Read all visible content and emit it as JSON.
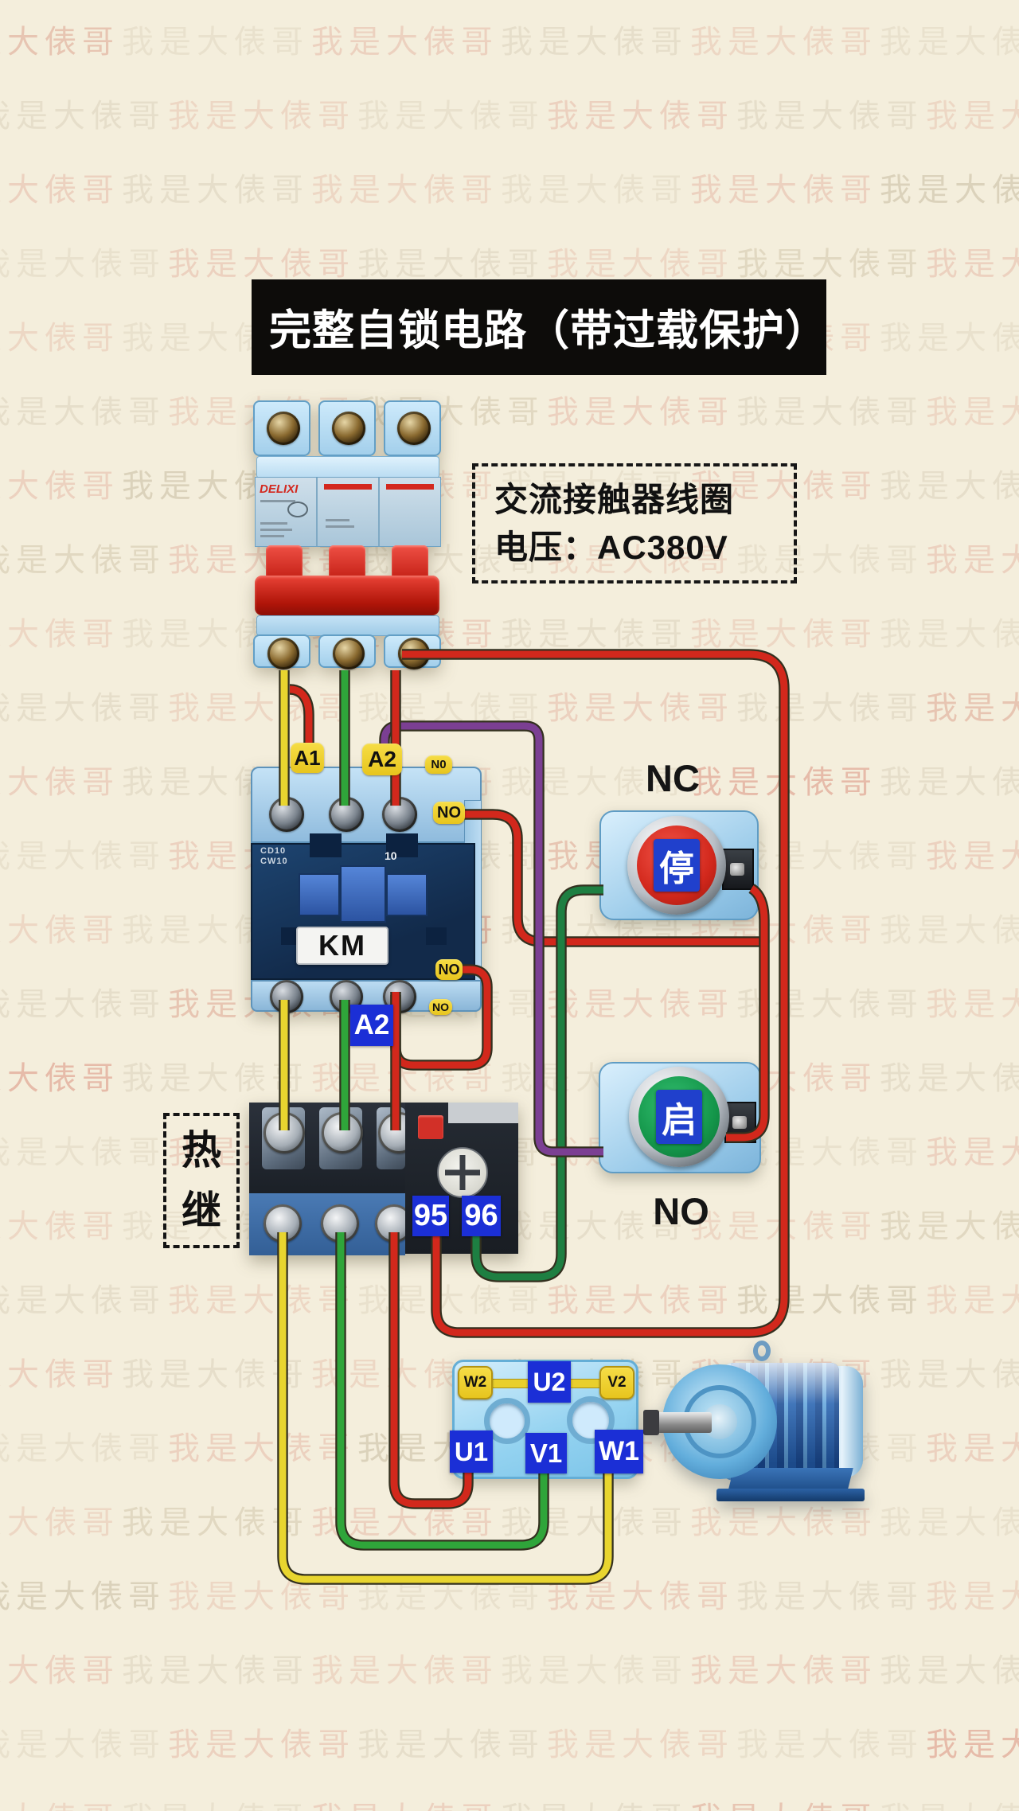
{
  "title": "完整自锁电路（带过载保护）",
  "watermark": {
    "text": "我是大俵哥",
    "colors": [
      "#dc9e8a",
      "#c3b79c",
      "#d98a78",
      "#cfc3a8"
    ]
  },
  "annotation": {
    "line1": "交流接触器线圈",
    "line2": "电压：AC380V"
  },
  "breaker": {
    "brand": "DELIXI"
  },
  "contactor": {
    "labels": {
      "a1": "A1",
      "a2": "A2",
      "n0_top": "N0",
      "no_top": "NO",
      "no_bottom": "NO",
      "no_bottom_small": "NO"
    },
    "coil_tag": "A2",
    "km": "KM",
    "marking": "10",
    "model1": "CD10",
    "model2": "CW10"
  },
  "buttons": {
    "stop": {
      "type_label": "NC",
      "char": "停"
    },
    "start": {
      "type_label": "NO",
      "char": "启"
    }
  },
  "thermal": {
    "name": "热继",
    "t95": "95",
    "t96": "96"
  },
  "terminal_block": {
    "w2": "W2",
    "u2": "U2",
    "v2": "V2",
    "u1": "U1",
    "v1": "V1",
    "w1": "W1"
  },
  "colors": {
    "background": "#f4eedc",
    "wire_yellow": "#e8d52f",
    "wire_green": "#2fa53a",
    "wire_green_dark": "#1e7f42",
    "wire_red": "#d2281c",
    "wire_purple": "#7b3f93",
    "wire_outline": "#33301f",
    "tag_yellow": "#f2d433",
    "tag_blue": "#1b2fd6",
    "title_bg": "#0d0c0a"
  }
}
